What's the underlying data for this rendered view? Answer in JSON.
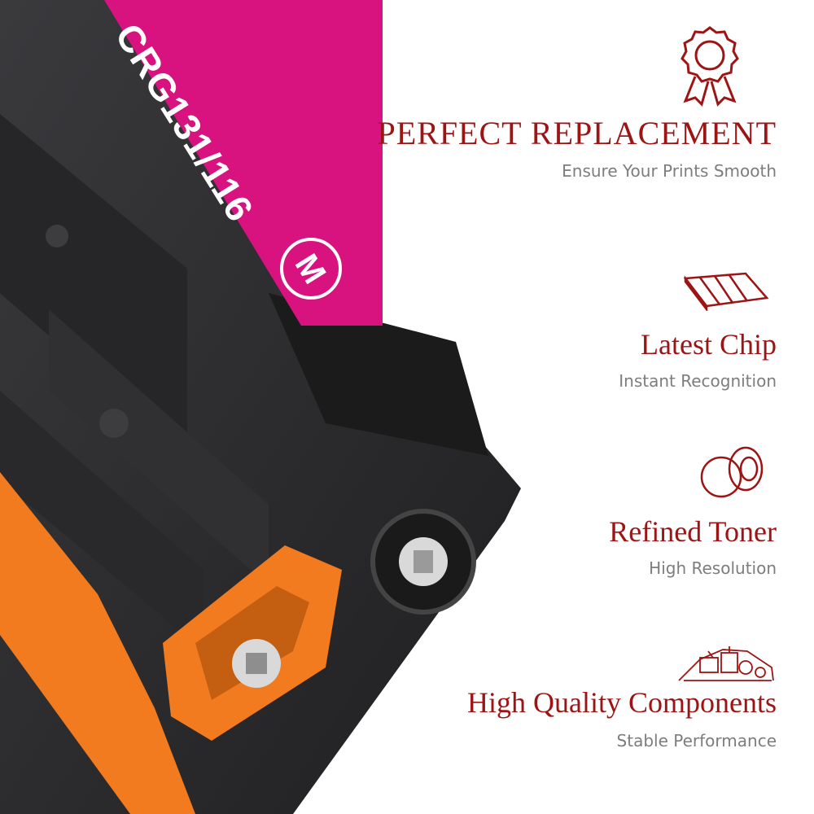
{
  "product": {
    "label": "CRG131/116",
    "color_badge": "M",
    "colors": {
      "magenta": "#d8127f",
      "orange": "#f37b1f",
      "body": "#2b2b2d"
    }
  },
  "features": [
    {
      "icon": "ribbon-award-icon",
      "title": "PERFECT REPLACEMENT",
      "subtitle": "Ensure Your Prints Smooth"
    },
    {
      "icon": "chip-icon",
      "title": "Latest Chip",
      "subtitle": "Instant Recognition"
    },
    {
      "icon": "toner-particles-icon",
      "title": "Refined Toner",
      "subtitle": "High Resolution"
    },
    {
      "icon": "components-icon",
      "title": "High Quality Components",
      "subtitle": "Stable Performance"
    }
  ],
  "colors": {
    "title": "#9c1414",
    "subtitle": "#7d7d7d",
    "icon": "#9c1414"
  }
}
